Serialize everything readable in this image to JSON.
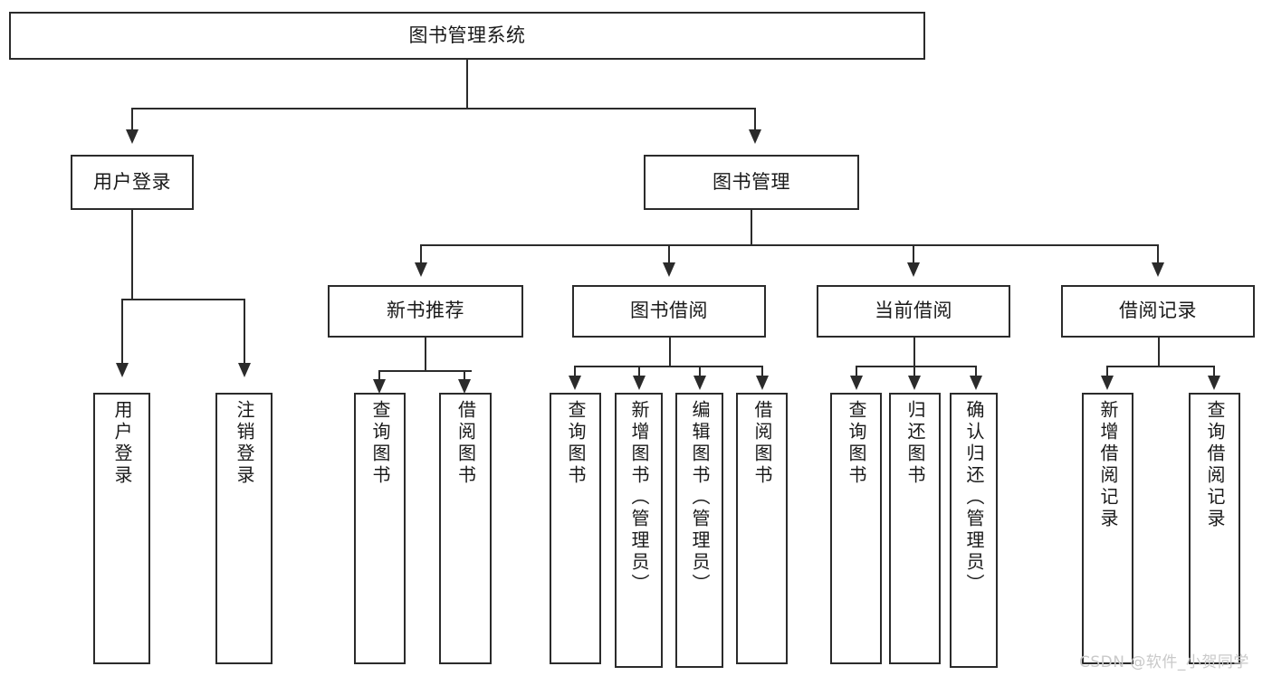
{
  "diagram": {
    "type": "tree-hierarchy-diagram",
    "title": "图书管理系统",
    "root": {
      "label": "图书管理系统"
    },
    "level2": [
      {
        "label": "用户登录"
      },
      {
        "label": "图书管理"
      }
    ],
    "level3": [
      {
        "label": "新书推荐"
      },
      {
        "label": "图书借阅"
      },
      {
        "label": "当前借阅"
      },
      {
        "label": "借阅记录"
      }
    ],
    "leaves": {
      "user_login": [
        {
          "label": "用户登录"
        },
        {
          "label": "注销登录"
        }
      ],
      "new_book_recommend": [
        {
          "label": "查询图书"
        },
        {
          "label": "借阅图书"
        }
      ],
      "book_borrow": [
        {
          "label": "查询图书"
        },
        {
          "label": "新增图书（管理员）"
        },
        {
          "label": "编辑图书（管理员）"
        },
        {
          "label": "借阅图书"
        }
      ],
      "current_borrow": [
        {
          "label": "查询图书"
        },
        {
          "label": "归还图书"
        },
        {
          "label": "确认归还（管理员）"
        }
      ],
      "borrow_records": [
        {
          "label": "新增借阅记录"
        },
        {
          "label": "查询借阅记录"
        }
      ]
    }
  },
  "watermark": {
    "text": "CSDN @软件_小贺同学"
  },
  "colors": {
    "stroke": "#2b2b2b",
    "background": "#ffffff",
    "text": "#1a1a1a",
    "watermark": "#c9c9c9"
  }
}
